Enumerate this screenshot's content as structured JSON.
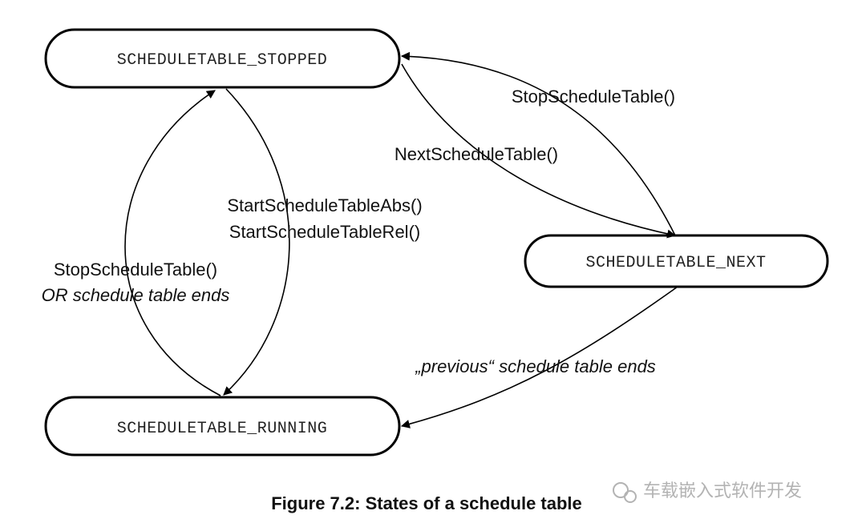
{
  "states": {
    "stopped": "SCHEDULETABLE_STOPPED",
    "next": "SCHEDULETABLE_NEXT",
    "running": "SCHEDULETABLE_RUNNING"
  },
  "transitions": {
    "next_to_stopped": "StopScheduleTable()",
    "stopped_to_next": "NextScheduleTable()",
    "stopped_to_running_line1": "StartScheduleTableAbs()",
    "stopped_to_running_line2": "StartScheduleTableRel()",
    "running_to_stopped_line1": "StopScheduleTable()",
    "running_to_stopped_line2": "OR schedule table ends",
    "next_to_running": "„previous“ schedule table ends"
  },
  "caption": "Figure 7.2: States of a schedule table",
  "watermark": "车载嵌入式软件开发"
}
